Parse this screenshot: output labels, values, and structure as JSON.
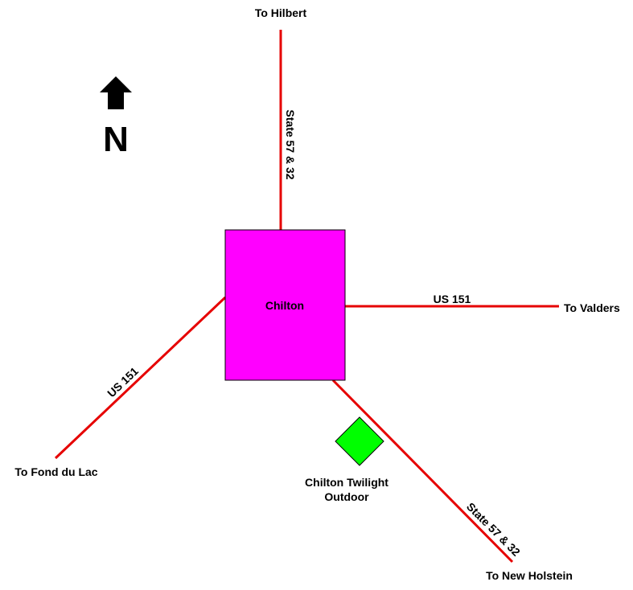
{
  "colors": {
    "road": "#e60000",
    "town": "#ff00ff",
    "drive_in": "#00ff00",
    "text": "#000000",
    "background": "#ffffff"
  },
  "compass": {
    "icon": "north-arrow-icon",
    "letter": "N"
  },
  "town": {
    "name": "Chilton"
  },
  "theater": {
    "name_line1": "Chilton Twilight",
    "name_line2": "Outdoor"
  },
  "roads": {
    "north": {
      "route_label": "State 57 & 32",
      "destination": "To Hilbert"
    },
    "east": {
      "route_label": "US 151",
      "destination": "To Valders"
    },
    "southwest": {
      "route_label": "US 151",
      "destination": "To Fond du Lac"
    },
    "southeast": {
      "route_label": "State 57 & 32",
      "destination": "To New Holstein"
    }
  }
}
